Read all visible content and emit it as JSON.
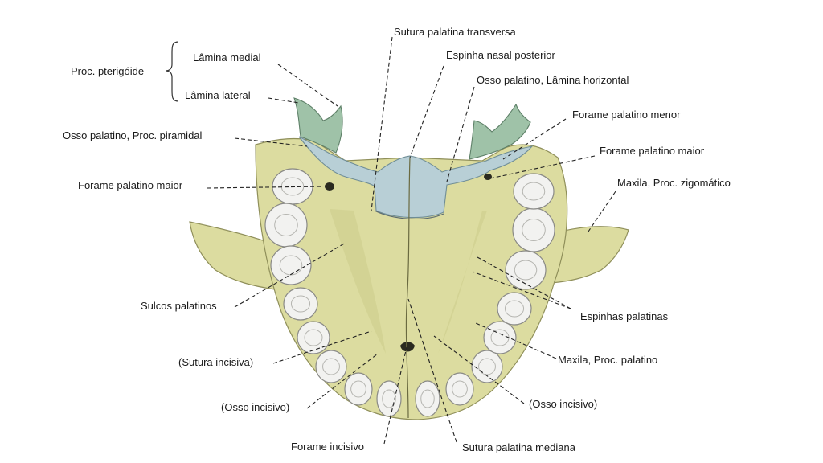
{
  "labels": {
    "proc_pterigoide": "Proc. pterigóide",
    "lamina_medial": "Lâmina medial",
    "lamina_lateral": "Lâmina lateral",
    "osso_palatino_proc_piramidal": "Osso palatino, Proc. piramidal",
    "forame_palatino_maior_left": "Forame palatino maior",
    "sulcos_palatinos": "Sulcos palatinos",
    "sutura_incisiva": "(Sutura incisiva)",
    "osso_incisivo_left": "(Osso incisivo)",
    "forame_incisivo": "Forame incisivo",
    "sutura_palatina_transversa": "Sutura palatina transversa",
    "espinha_nasal_posterior": "Espinha nasal posterior",
    "osso_palatino_lamina_horizontal": "Osso palatino, Lâmina horizontal",
    "forame_palatino_menor": "Forame palatino menor",
    "forame_palatino_maior_right": "Forame palatino maior",
    "maxila_proc_zigomatico": "Maxila, Proc. zigomático",
    "espinhas_palatinas": "Espinhas palatinas",
    "maxila_proc_palatino": "Maxila, Proc. palatino",
    "osso_incisivo_right": "(Osso incisivo)",
    "sutura_palatina_mediana": "Sutura palatina mediana"
  },
  "colors": {
    "maxila": "#dcdca0",
    "maxila_shade": "#c4c47e",
    "palatino": "#b8cfd6",
    "pterigoide": "#9fc2a8",
    "tooth": "#f2f2f0",
    "leader": "#222222"
  }
}
